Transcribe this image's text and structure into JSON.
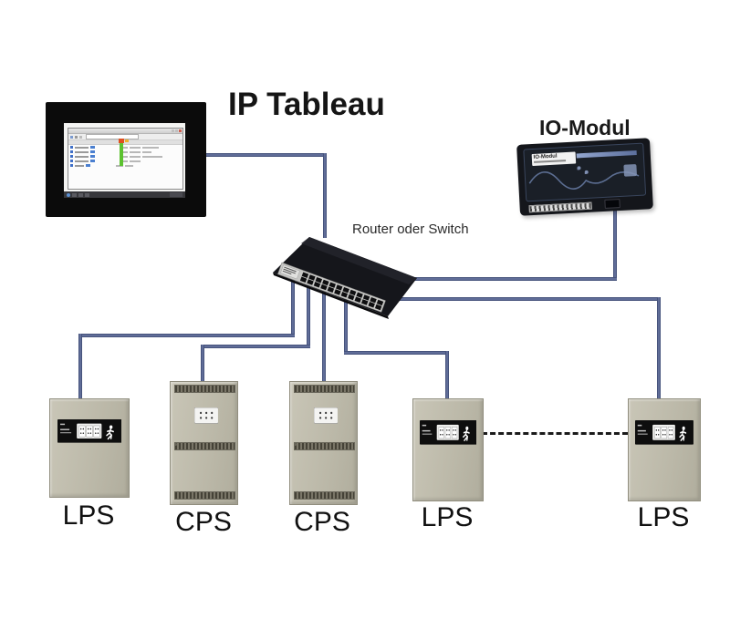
{
  "diagram": {
    "title": "IP Tableau",
    "background_color": "#ffffff",
    "cable_color": "#4d5c8c",
    "dashed_cable_color": "#1a1a1a"
  },
  "monitor": {
    "name": "IP-Tableau monitor",
    "frame_color": "#0b0b0b",
    "screen_color": "#f4f4f2",
    "status_colors": {
      "ok_green": "#5cc230",
      "alarm_red": "#df5020",
      "warning_yellow": "#eeb030",
      "item_blue": "#3f6fc8"
    }
  },
  "io_module": {
    "heading": "IO-Modul",
    "chip_label": "IO-Modul",
    "body_color": "#14161b",
    "accent_color": "#93a6cf"
  },
  "network_switch": {
    "label": "Router oder Switch",
    "port_rows": 2,
    "ports_per_row": 12,
    "body_color": "#15161b",
    "panel_color": "#c7c7c5"
  },
  "devices": [
    {
      "id": "lps-1",
      "label": "LPS"
    },
    {
      "id": "cps-1",
      "label": "CPS"
    },
    {
      "id": "cps-2",
      "label": "CPS"
    },
    {
      "id": "lps-2",
      "label": "LPS"
    },
    {
      "id": "lps-3",
      "label": "LPS"
    }
  ],
  "cabinet": {
    "lps_body_color": "#c1beae",
    "cps_body_color": "#bdb9a8",
    "display_panel_color": "#101010"
  }
}
